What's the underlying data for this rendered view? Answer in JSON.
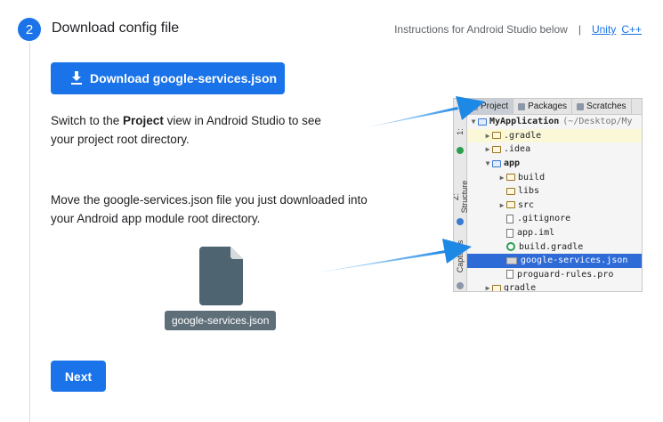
{
  "step": {
    "number": "2",
    "title": "Download config file"
  },
  "header": {
    "instructions": "Instructions for Android Studio below",
    "separator": "|",
    "link_unity": "Unity",
    "link_cpp": "C++"
  },
  "download_button": {
    "label": "Download google-services.json",
    "icon": "download-icon"
  },
  "instruction1": {
    "before": "Switch to the ",
    "bold": "Project",
    "after": " view in Android Studio to see your project root directory."
  },
  "instruction2": "Move the google-services.json file you just downloaded into your Android app module root directory.",
  "file_label": "google-services.json",
  "next_button": "Next",
  "ide": {
    "tabs": [
      "Project",
      "Packages",
      "Scratches"
    ],
    "side_labels": [
      "1:",
      "Z: Structure",
      "Captures"
    ],
    "tree": [
      {
        "label": "MyApplication",
        "suffix": "(~/Desktop/My",
        "arrow": "▼",
        "indent": 0,
        "icon": "module-folder",
        "bold": true
      },
      {
        "label": ".gradle",
        "arrow": "▶",
        "indent": 1,
        "icon": "folder",
        "highlight": true
      },
      {
        "label": ".idea",
        "arrow": "▶",
        "indent": 1,
        "icon": "folder"
      },
      {
        "label": "app",
        "arrow": "▼",
        "indent": 1,
        "icon": "module-folder",
        "bold": true
      },
      {
        "label": "build",
        "arrow": "▶",
        "indent": 2,
        "icon": "folder"
      },
      {
        "label": "libs",
        "arrow": "",
        "indent": 2,
        "icon": "folder"
      },
      {
        "label": "src",
        "arrow": "▶",
        "indent": 2,
        "icon": "folder"
      },
      {
        "label": ".gitignore",
        "arrow": "",
        "indent": 2,
        "icon": "file"
      },
      {
        "label": "app.iml",
        "arrow": "",
        "indent": 2,
        "icon": "file"
      },
      {
        "label": "build.gradle",
        "arrow": "",
        "indent": 2,
        "icon": "gradle"
      },
      {
        "label": "google-services.json",
        "arrow": "",
        "indent": 2,
        "icon": "json",
        "selected": true
      },
      {
        "label": "proguard-rules.pro",
        "arrow": "",
        "indent": 2,
        "icon": "file"
      },
      {
        "label": "gradle",
        "arrow": "▶",
        "indent": 1,
        "icon": "folder"
      }
    ]
  },
  "colors": {
    "accent": "#1a73e8",
    "arrow": "#1e88e5"
  }
}
